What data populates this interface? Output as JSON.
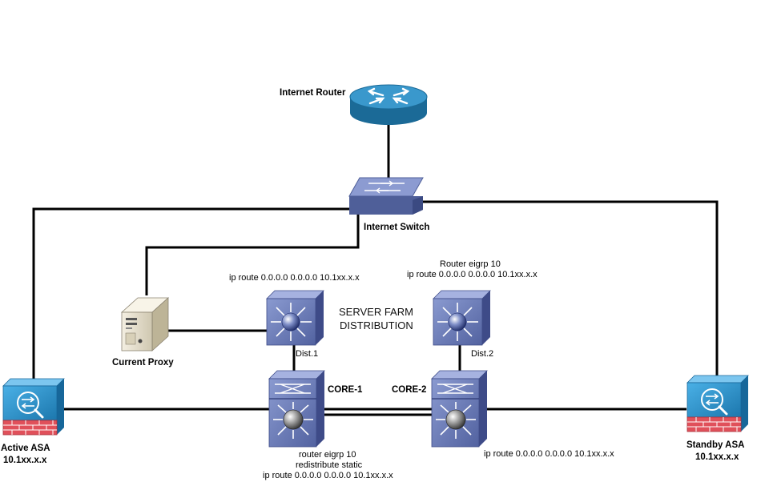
{
  "devices": {
    "internet_router": {
      "label": "Internet Router"
    },
    "internet_switch": {
      "label": "Internet Switch"
    },
    "current_proxy": {
      "label": "Current Proxy"
    },
    "dist1": {
      "label": "Dist.1"
    },
    "dist2": {
      "label": "Dist.2"
    },
    "core1": {
      "label": "CORE-1"
    },
    "core2": {
      "label": "CORE-2"
    },
    "active_asa": {
      "label": "Active ASA",
      "ip": "10.1xx.x.x"
    },
    "standby_asa": {
      "label": "Standby ASA",
      "ip": "10.1xx.x.x"
    }
  },
  "server_farm": {
    "line1": "SERVER FARM",
    "line2": "DISTRIBUTION"
  },
  "notes": {
    "dist1_route": "ip route 0.0.0.0 0.0.0.0 10.1xx.x.x",
    "dist2_eigrp": "Router eigrp 10",
    "dist2_route": "ip route 0.0.0.0 0.0.0.0 10.1xx.x.x",
    "core1_eigrp": "router eigrp 10",
    "core1_redistribute": "redistribute static",
    "core1_route": "ip route 0.0.0.0 0.0.0.0 10.1xx.x.x",
    "core2_route": "ip route 0.0.0.0 0.0.0.0 10.1xx.x.x"
  },
  "colors": {
    "router_blue": "#2b86b8",
    "switch_blue": "#5c6fa8",
    "asa_blue": "#2a8bc4",
    "firewall_red": "#e0505a",
    "link": "#000000"
  }
}
